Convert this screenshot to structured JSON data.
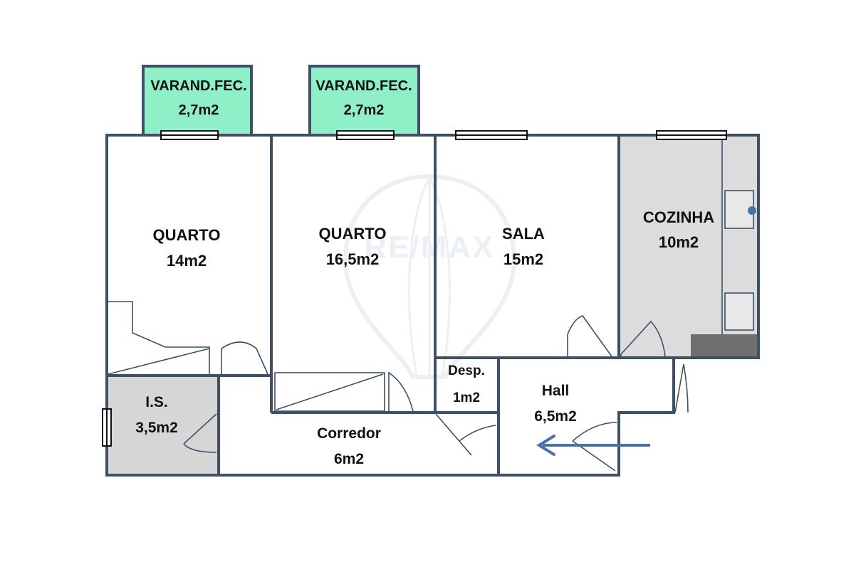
{
  "colors": {
    "wall": "#3d5066",
    "balcony_fill": "#8ff0c8",
    "kitchen_fill": "#dcdcdc",
    "wc_fill": "#d6d6d6",
    "counter_fill": "#6f6f6f",
    "arrow": "#4a72a8",
    "watermark": "#dde3ea"
  },
  "watermark": {
    "text": "RE/MAX"
  },
  "rooms": {
    "balcony_left": {
      "name": "VARAND.FEC.",
      "area": "2,7m2"
    },
    "balcony_right": {
      "name": "VARAND.FEC.",
      "area": "2,7m2"
    },
    "bedroom_left": {
      "name": "QUARTO",
      "area": "14m2"
    },
    "bedroom_mid": {
      "name": "QUARTO",
      "area": "16,5m2"
    },
    "living": {
      "name": "SALA",
      "area": "15m2"
    },
    "kitchen": {
      "name": "COZINHA",
      "area": "10m2"
    },
    "storage": {
      "name": "Desp.",
      "area": "1m2"
    },
    "hall": {
      "name": "Hall",
      "area": "6,5m2"
    },
    "wc": {
      "name": "I.S.",
      "area": "3,5m2"
    },
    "corridor": {
      "name": "Corredor",
      "area": "6m2"
    }
  },
  "entrance_arrow": {
    "icon": "entrance-arrow-icon"
  }
}
